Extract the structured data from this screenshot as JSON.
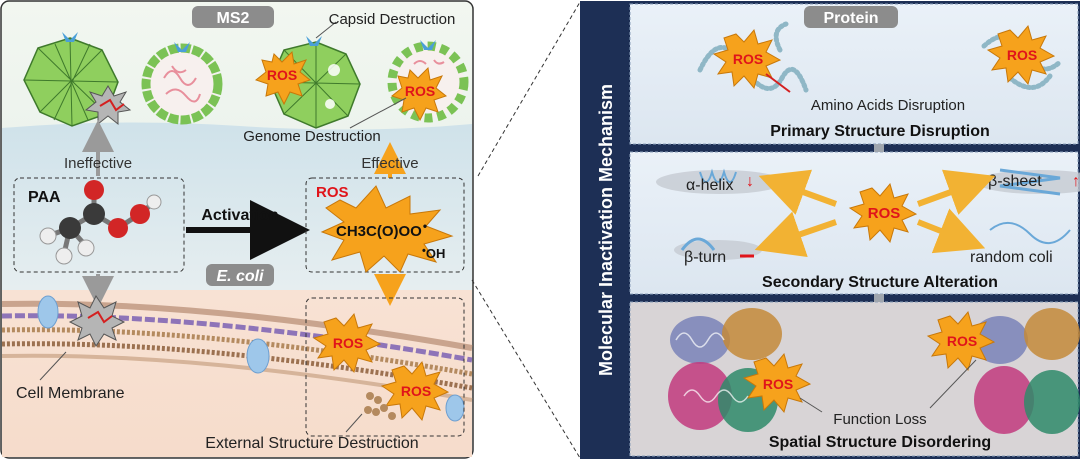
{
  "left_panel": {
    "virus_tag": "MS2",
    "bacteria_tag": "E. coli",
    "capsid_destruction": "Capsid Destruction",
    "genome_destruction": "Genome Destruction",
    "ineffective": "Ineffective",
    "effective": "Effective",
    "paa": "PAA",
    "activation": "Activation",
    "ros": "ROS",
    "radical_main": "CH3C(O)OO",
    "radical_oh": "OH",
    "cell_membrane": "Cell Membrane",
    "external_destruction": "External Structure Destruction"
  },
  "right_panel": {
    "vertical_title": "Molecular Inactivation Mechanism",
    "protein_tag": "Protein",
    "ros": "ROS",
    "amino_acids": "Amino Acids Disruption",
    "primary": "Primary Structure Disruption",
    "alpha_helix": "α-helix",
    "beta_sheet": "β-sheet",
    "beta_turn": "β-turn",
    "random_coil": "random coli",
    "secondary": "Secondary Structure Alteration",
    "function_loss": "Function Loss",
    "spatial": "Spatial Structure Disordering"
  },
  "colors": {
    "ros_burst": "#f6a21c",
    "ros_text": "#e0141a",
    "capsid_green": "#8fcf5e",
    "navy": "#1d2f55",
    "tag_gray": "#8c8c8c",
    "arrow_orange": "#f6a21c"
  }
}
